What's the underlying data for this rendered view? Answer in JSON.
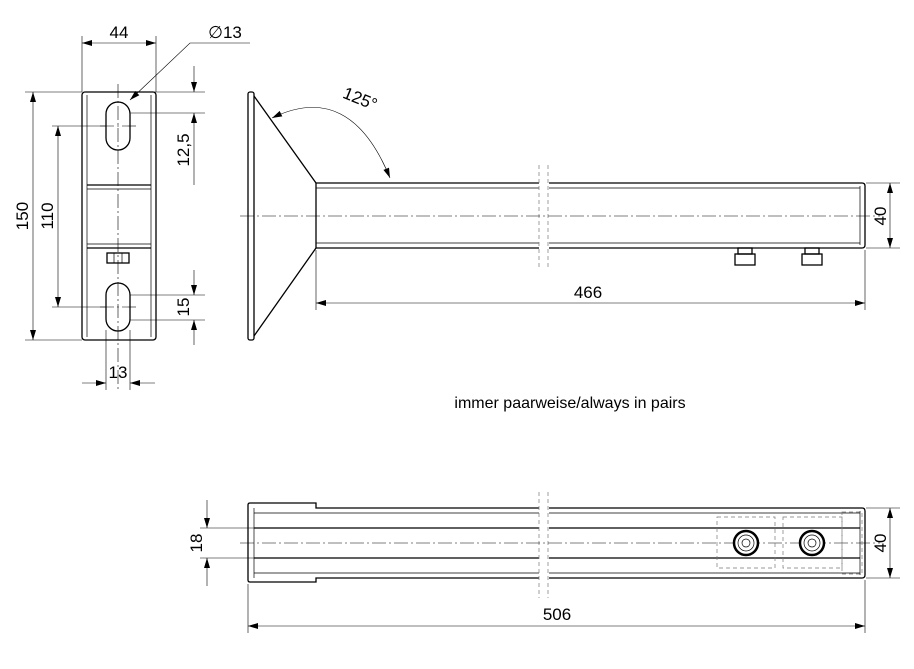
{
  "dimensions": {
    "width_44": "44",
    "hole_diameter": "∅13",
    "height_150": "150",
    "slot_spacing_110": "110",
    "dim_12_5": "12,5",
    "dim_15": "15",
    "slot_width_13": "13",
    "angle": "125°",
    "height_40_side": "40",
    "length_466": "466",
    "width_18": "18",
    "height_40_bottom": "40",
    "length_506": "506"
  },
  "note": "immer paarweise/always in pairs"
}
